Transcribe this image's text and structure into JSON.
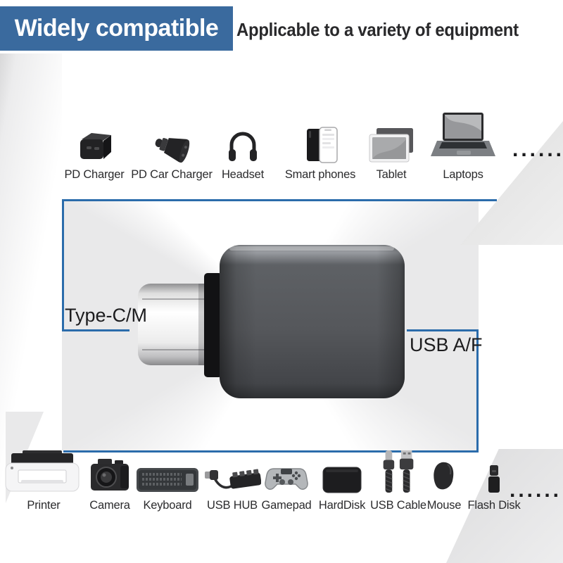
{
  "colors": {
    "banner_bg": "#3a6a9e",
    "accent_line": "#2b6cab",
    "label_color": "#2b2b2d"
  },
  "header": {
    "badge": "Widely compatible",
    "subtitle": "Applicable to a variety of equipment"
  },
  "product": {
    "left_label": "Type-C/M",
    "right_label": "USB A/F",
    "body_color": "#55575b",
    "plug_color": "#eeeeee"
  },
  "top_devices": {
    "items": [
      {
        "label": "PD Charger",
        "icon": "pd-charger-icon"
      },
      {
        "label": "PD Car Charger",
        "icon": "car-charger-icon"
      },
      {
        "label": "Headset",
        "icon": "headset-icon"
      },
      {
        "label": "Smart phones",
        "icon": "smartphones-icon"
      },
      {
        "label": "Tablet",
        "icon": "tablet-icon"
      },
      {
        "label": "Laptops",
        "icon": "laptop-icon"
      }
    ],
    "more": "......"
  },
  "bottom_devices": {
    "items": [
      {
        "label": "Printer",
        "icon": "printer-icon"
      },
      {
        "label": "Camera",
        "icon": "camera-icon"
      },
      {
        "label": "Keyboard",
        "icon": "keyboard-icon"
      },
      {
        "label": "USB HUB",
        "icon": "usb-hub-icon"
      },
      {
        "label": "Gamepad",
        "icon": "gamepad-icon"
      },
      {
        "label": "HardDisk",
        "icon": "harddisk-icon"
      },
      {
        "label": "USB Cable",
        "icon": "usb-cable-icon"
      },
      {
        "label": "Mouse",
        "icon": "mouse-icon"
      },
      {
        "label": "Flash Disk",
        "icon": "flash-disk-icon"
      }
    ],
    "more": "......"
  }
}
